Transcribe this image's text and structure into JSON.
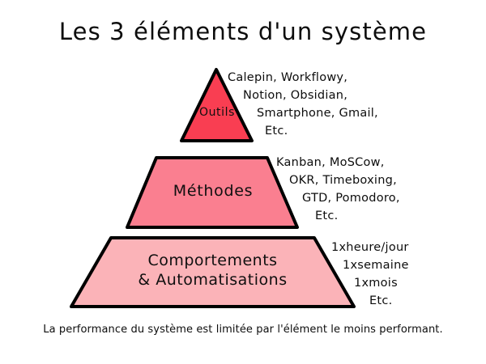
{
  "title": "Les 3 éléments d'un système",
  "background_color": "#FFFFFF",
  "text_color": "#0D0D0D",
  "outline_color": "#000000",
  "pyramid": {
    "tiers": [
      {
        "id": "outils",
        "label": "Outils",
        "fill_color": "#F93E52",
        "annotation_lines": [
          "Calepin, Workflowy,",
          "Notion, Obsidian,",
          "Smartphone, Gmail,",
          "Etc."
        ]
      },
      {
        "id": "methodes",
        "label": "Méthodes",
        "fill_color": "#FA7F90",
        "annotation_lines": [
          "Kanban, MoSCow,",
          "OKR, Timeboxing,",
          "GTD, Pomodoro,",
          "Etc."
        ]
      },
      {
        "id": "comportements",
        "label": "Comportements\n& Automatisations",
        "fill_color": "#FBB3B8",
        "annotation_lines": [
          "1xheure/jour",
          "1xsemaine",
          "1xmois",
          "Etc."
        ]
      }
    ]
  },
  "caption": "La performance du système est limitée par l'élément le moins performant."
}
